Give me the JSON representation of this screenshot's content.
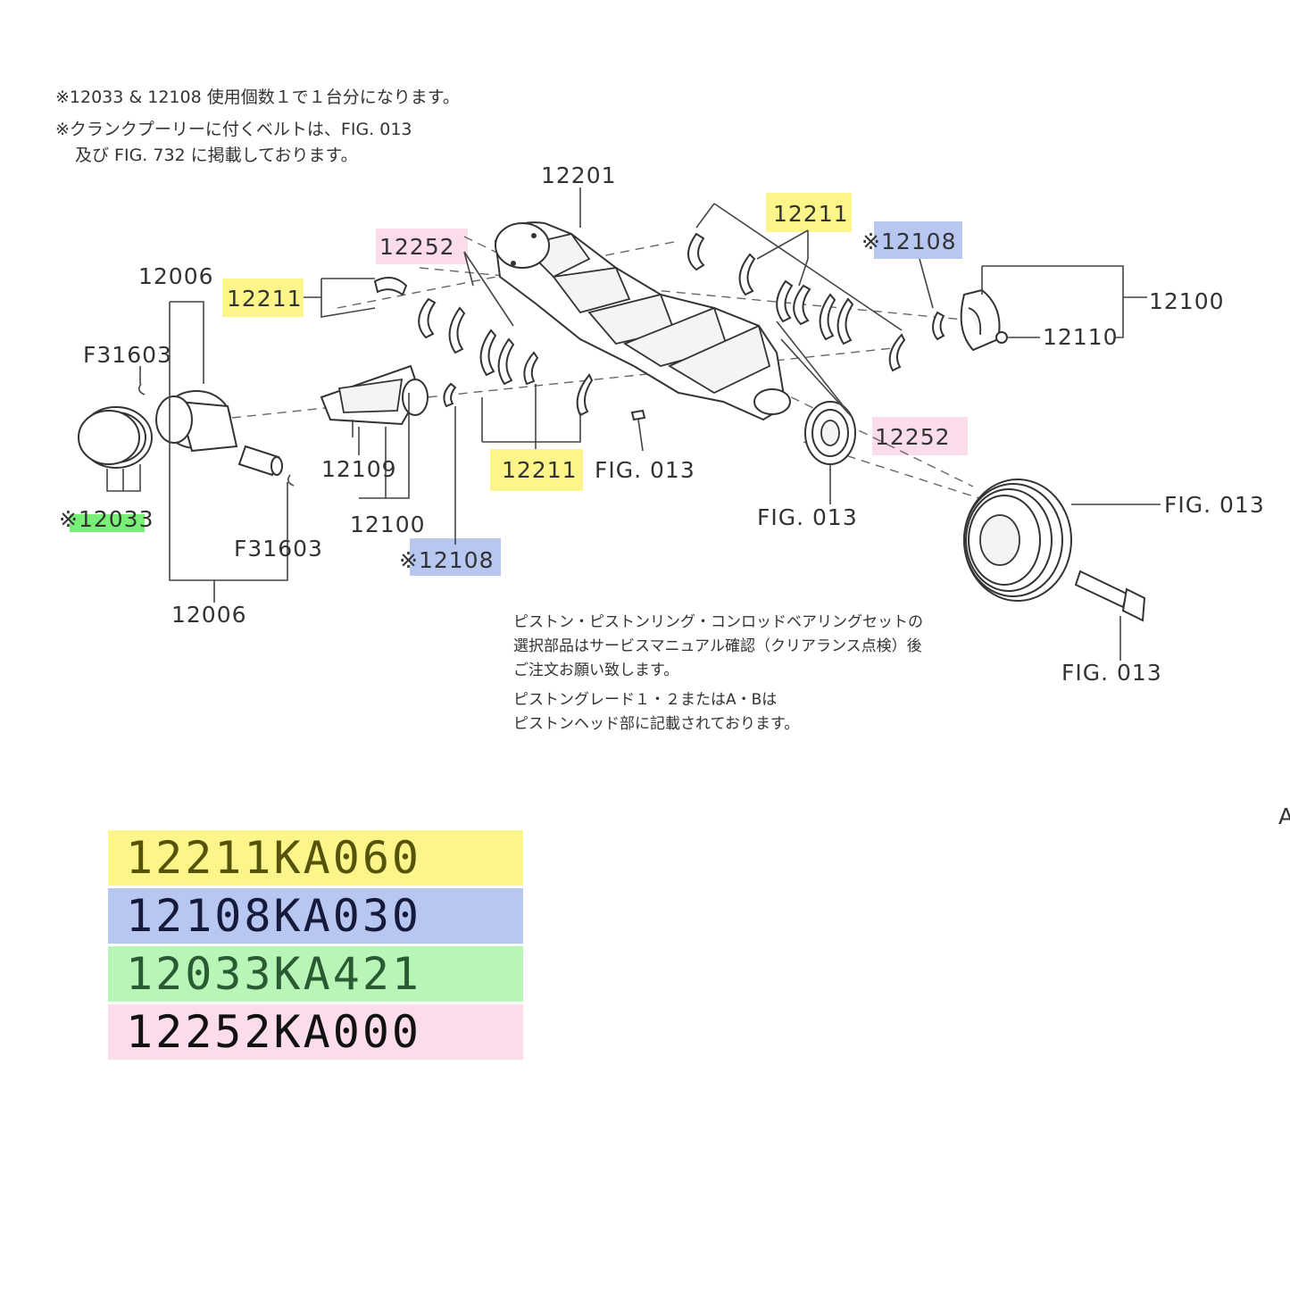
{
  "notes": {
    "top": [
      "※12033 & 12108 使用個数１で１台分になります。",
      "※クランクプーリーに付くベルトは、FIG. 013",
      "及び FIG. 732 に掲載しております。"
    ],
    "bottom": [
      "ピストン・ピストンリング・コンロッドベアリングセットの",
      "選択部品はサービスマニュアル確認（クリアランス点検）後",
      "ご注文お願い致します。",
      "ピストングレード１・２またはA・Bは",
      "ピストンヘッド部に記載されております。"
    ]
  },
  "labels": {
    "crankshaft": "12201",
    "main_bearing_top": "12211",
    "main_bearing_left": "12211",
    "main_bearing_bottom": "12211",
    "thrust_top": "12252",
    "thrust_right": "12252",
    "conrod_bearing_top": "※12108",
    "conrod_bearing_bottom": "※12108",
    "piston_top": "12006",
    "piston_bottom": "12006",
    "ring_set": "※12033",
    "clip_top": "F31603",
    "clip_bottom": "F31603",
    "conrod_bolt": "12109",
    "conrod_assy_bottom": "12100",
    "conrod_assy_right": "12100",
    "conrod_nut": "12110",
    "fig_key": "FIG. 013",
    "fig_sprocket": "FIG. 013",
    "fig_pulley": "FIG. 013",
    "fig_bolt": "FIG. 013",
    "edge_letter": "A"
  },
  "legend": [
    {
      "code": "12211KA060",
      "bg": "#fbf58a",
      "fg": "#55520a"
    },
    {
      "code": "12108KA030",
      "bg": "#b8c6f2",
      "fg": "#151a3a"
    },
    {
      "code": "12033KA421",
      "bg": "#b8f6b8",
      "fg": "#2a5a32"
    },
    {
      "code": "12252KA000",
      "bg": "#fbdcea",
      "fg": "#111111"
    }
  ],
  "colors": {
    "yellow_highlight": "#fbf58a",
    "blue_highlight": "#b8c6f2",
    "pink_highlight": "#fbdcea",
    "green_highlight": "#78f078"
  }
}
